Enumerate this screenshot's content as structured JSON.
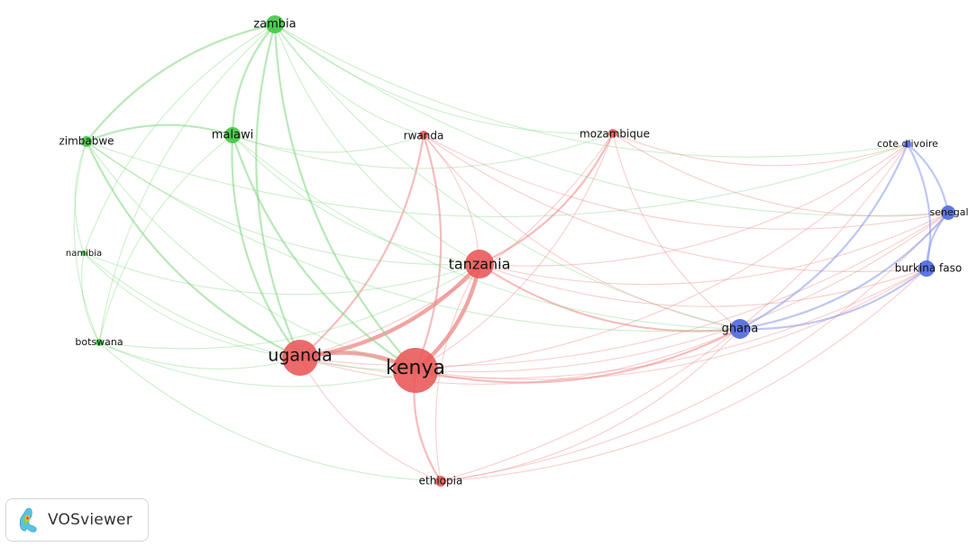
{
  "graph": {
    "nodes": [
      {
        "id": "zambia",
        "label": "zambia",
        "cluster": "green"
      },
      {
        "id": "malawi",
        "label": "malawi",
        "cluster": "green"
      },
      {
        "id": "zimbabwe",
        "label": "zimbabwe",
        "cluster": "green"
      },
      {
        "id": "namibia",
        "label": "namibia",
        "cluster": "green"
      },
      {
        "id": "botswana",
        "label": "botswana",
        "cluster": "green"
      },
      {
        "id": "rwanda",
        "label": "rwanda",
        "cluster": "red"
      },
      {
        "id": "mozambique",
        "label": "mozambique",
        "cluster": "red"
      },
      {
        "id": "tanzania",
        "label": "tanzania",
        "cluster": "red"
      },
      {
        "id": "uganda",
        "label": "uganda",
        "cluster": "red"
      },
      {
        "id": "kenya",
        "label": "kenya",
        "cluster": "red"
      },
      {
        "id": "ethiopia",
        "label": "ethiopia",
        "cluster": "red"
      },
      {
        "id": "cote-divoire",
        "label": "cote d'ivoire",
        "cluster": "blue"
      },
      {
        "id": "senegal",
        "label": "senegal",
        "cluster": "blue"
      },
      {
        "id": "burkina-faso",
        "label": "burkina faso",
        "cluster": "blue"
      },
      {
        "id": "ghana",
        "label": "ghana",
        "cluster": "blue"
      }
    ],
    "links": [
      [
        "kenya",
        "uganda",
        3
      ],
      [
        "kenya",
        "tanzania",
        3
      ],
      [
        "uganda",
        "tanzania",
        3
      ],
      [
        "kenya",
        "ethiopia",
        2
      ],
      [
        "uganda",
        "ethiopia",
        1
      ],
      [
        "tanzania",
        "ethiopia",
        1
      ],
      [
        "kenya",
        "rwanda",
        2
      ],
      [
        "uganda",
        "rwanda",
        2
      ],
      [
        "tanzania",
        "rwanda",
        1
      ],
      [
        "kenya",
        "mozambique",
        1
      ],
      [
        "uganda",
        "mozambique",
        1
      ],
      [
        "tanzania",
        "mozambique",
        2
      ],
      [
        "kenya",
        "ghana",
        2
      ],
      [
        "uganda",
        "ghana",
        1
      ],
      [
        "tanzania",
        "ghana",
        2
      ],
      [
        "ethiopia",
        "ghana",
        1
      ],
      [
        "kenya",
        "senegal",
        1
      ],
      [
        "kenya",
        "burkina-faso",
        1
      ],
      [
        "kenya",
        "cote-divoire",
        1
      ],
      [
        "tanzania",
        "senegal",
        1
      ],
      [
        "tanzania",
        "burkina-faso",
        1
      ],
      [
        "tanzania",
        "cote-divoire",
        1
      ],
      [
        "ethiopia",
        "senegal",
        1
      ],
      [
        "ethiopia",
        "burkina-faso",
        1
      ],
      [
        "uganda",
        "senegal",
        1
      ],
      [
        "zambia",
        "malawi",
        2
      ],
      [
        "zambia",
        "zimbabwe",
        2
      ],
      [
        "zambia",
        "uganda",
        2
      ],
      [
        "zambia",
        "kenya",
        2
      ],
      [
        "zambia",
        "tanzania",
        1
      ],
      [
        "zambia",
        "rwanda",
        1
      ],
      [
        "zambia",
        "botswana",
        1
      ],
      [
        "zambia",
        "namibia",
        1
      ],
      [
        "zambia",
        "ghana",
        1
      ],
      [
        "zambia",
        "senegal",
        1
      ],
      [
        "zambia",
        "mozambique",
        1
      ],
      [
        "zambia",
        "cote-divoire",
        1
      ],
      [
        "malawi",
        "zimbabwe",
        2
      ],
      [
        "malawi",
        "uganda",
        2
      ],
      [
        "malawi",
        "kenya",
        2
      ],
      [
        "malawi",
        "tanzania",
        1
      ],
      [
        "malawi",
        "botswana",
        1
      ],
      [
        "malawi",
        "ghana",
        1
      ],
      [
        "malawi",
        "rwanda",
        1
      ],
      [
        "malawi",
        "mozambique",
        1
      ],
      [
        "zimbabwe",
        "uganda",
        2
      ],
      [
        "zimbabwe",
        "kenya",
        1
      ],
      [
        "zimbabwe",
        "botswana",
        1
      ],
      [
        "zimbabwe",
        "namibia",
        1
      ],
      [
        "zimbabwe",
        "tanzania",
        1
      ],
      [
        "zimbabwe",
        "ghana",
        1
      ],
      [
        "zimbabwe",
        "cote-divoire",
        1
      ],
      [
        "namibia",
        "botswana",
        1
      ],
      [
        "namibia",
        "uganda",
        1
      ],
      [
        "namibia",
        "kenya",
        1
      ],
      [
        "namibia",
        "tanzania",
        1
      ],
      [
        "botswana",
        "uganda",
        1
      ],
      [
        "botswana",
        "kenya",
        1
      ],
      [
        "botswana",
        "ethiopia",
        1
      ],
      [
        "botswana",
        "tanzania",
        1
      ],
      [
        "rwanda",
        "ghana",
        1
      ],
      [
        "rwanda",
        "senegal",
        1
      ],
      [
        "rwanda",
        "burkina-faso",
        1
      ],
      [
        "mozambique",
        "ghana",
        1
      ],
      [
        "mozambique",
        "cote-divoire",
        1
      ],
      [
        "mozambique",
        "senegal",
        1
      ],
      [
        "ghana",
        "senegal",
        2
      ],
      [
        "ghana",
        "burkina-faso",
        2
      ],
      [
        "ghana",
        "cote-divoire",
        2
      ],
      [
        "senegal",
        "burkina-faso",
        2
      ],
      [
        "senegal",
        "cote-divoire",
        2
      ],
      [
        "burkina-faso",
        "cote-divoire",
        2
      ],
      [
        "uganda",
        "burkina-faso",
        1
      ],
      [
        "ethiopia",
        "cote-divoire",
        1
      ]
    ]
  },
  "colors": {
    "green": "#42c742",
    "red": "#ea5a5a",
    "blue": "#4f67e0",
    "edge_green": "#7fd67f",
    "edge_red": "#ee8585",
    "edge_blue": "#8898ea"
  },
  "badge": {
    "icon": "vosviewer-logo-icon",
    "label": "VOSviewer"
  }
}
